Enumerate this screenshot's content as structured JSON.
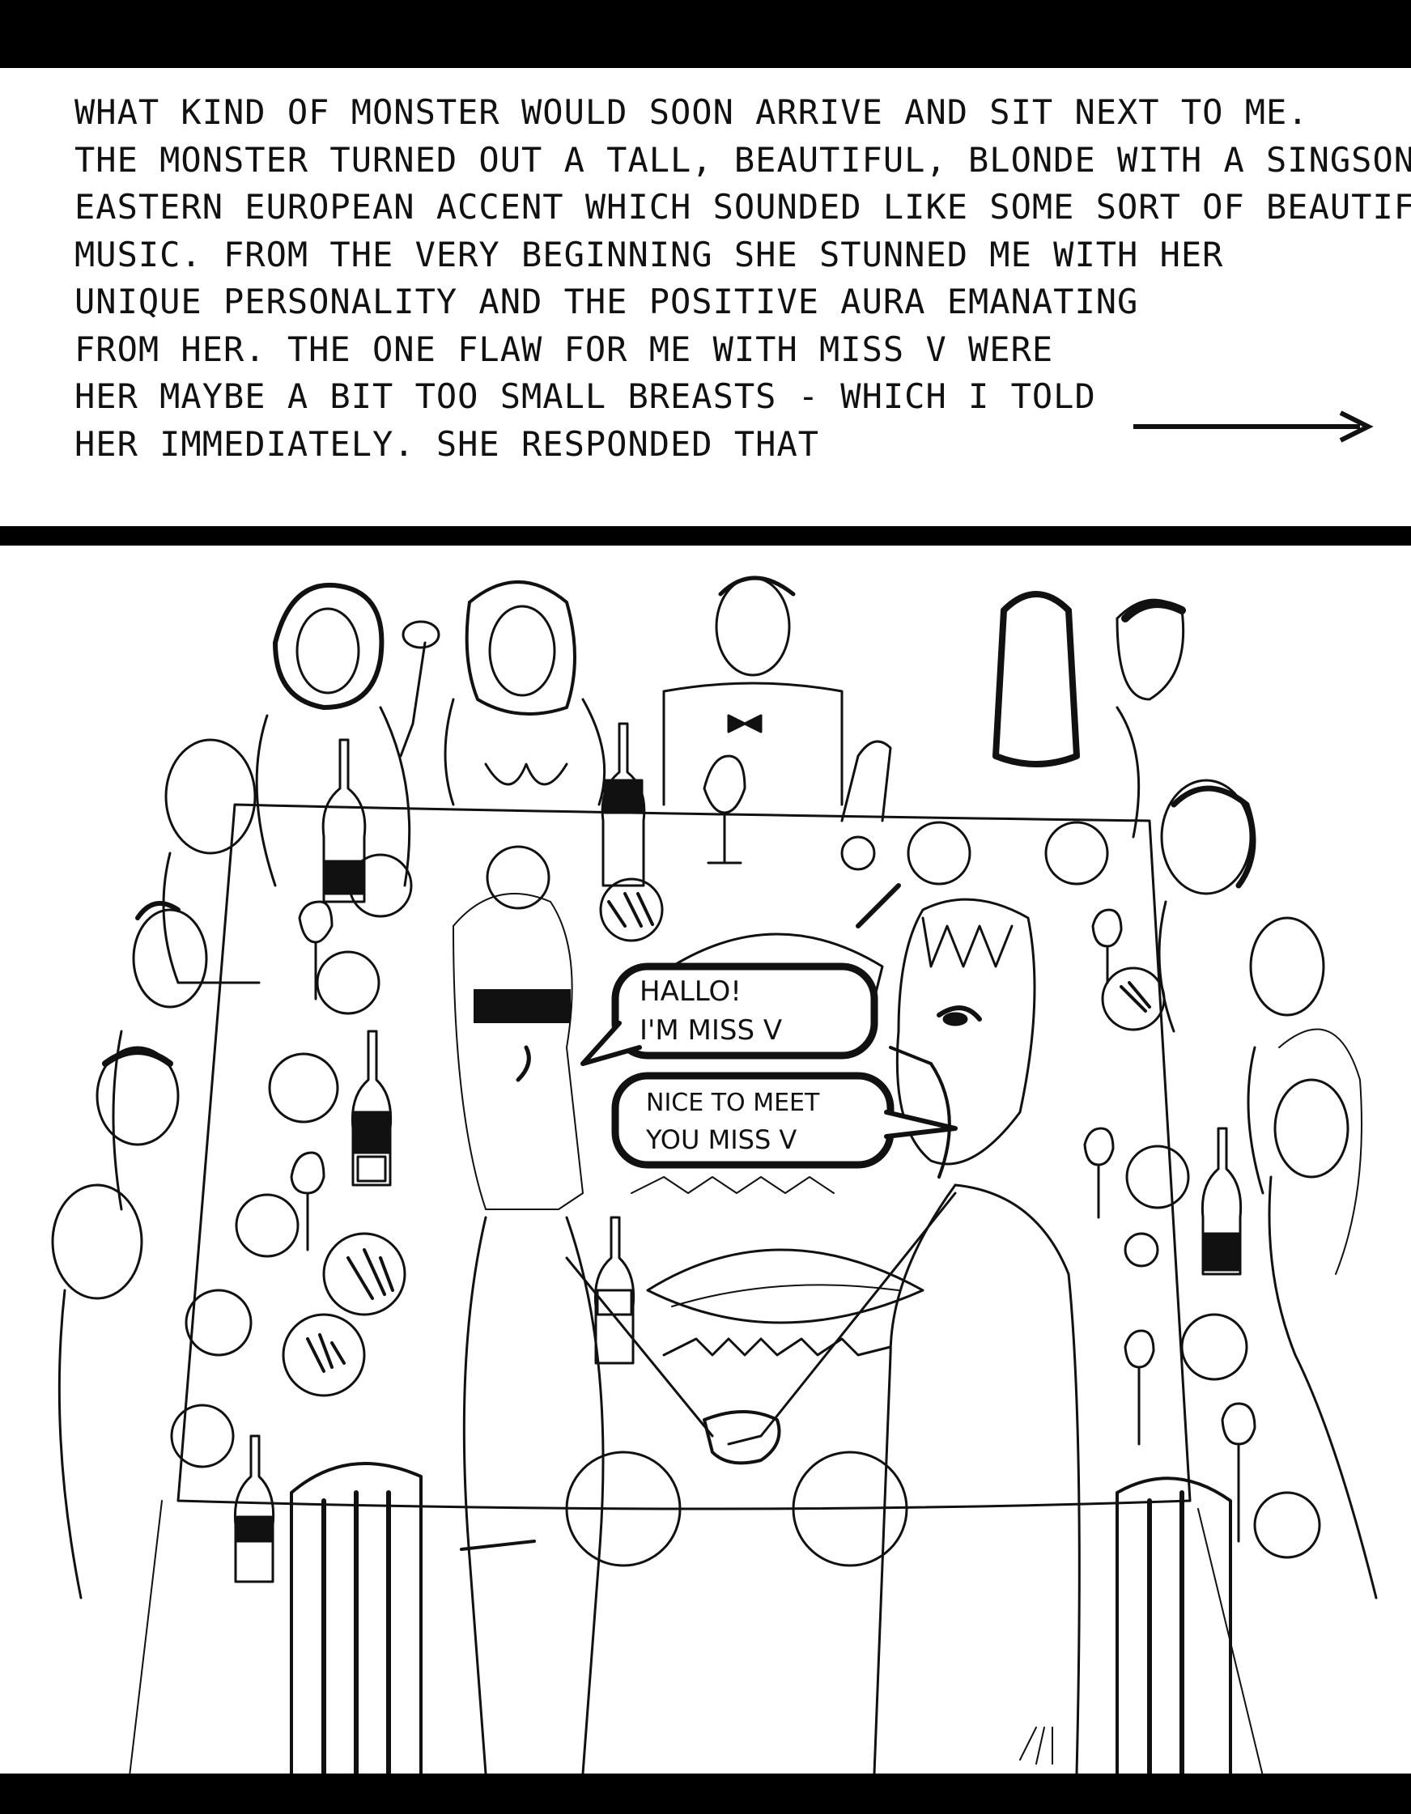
{
  "caption": {
    "lines": [
      "WHAT KIND OF MONSTER WOULD SOON ARRIVE AND SIT NEXT TO ME.",
      "THE MONSTER TURNED OUT A TALL, BEAUTIFUL, BLONDE WITH A SINGSONG",
      "EASTERN EUROPEAN ACCENT WHICH SOUNDED LIKE SOME SORT OF BEAUTIFUL",
      "MUSIC. FROM THE VERY BEGINNING SHE STUNNED ME WITH HER",
      "UNIQUE PERSONALITY AND THE POSITIVE AURA EMANATING",
      "FROM HER. THE ONE FLAW FOR ME WITH MISS V WERE",
      "HER MAYBE A BIT TOO SMALL BREASTS - WHICH I TOLD",
      "HER IMMEDIATELY. SHE RESPONDED THAT"
    ]
  },
  "bubbles": {
    "her_line1": "HALLO!",
    "her_line2": "I'M MISS V",
    "him_line1": "NICE TO MEET",
    "him_line2": "YOU MISS V"
  }
}
